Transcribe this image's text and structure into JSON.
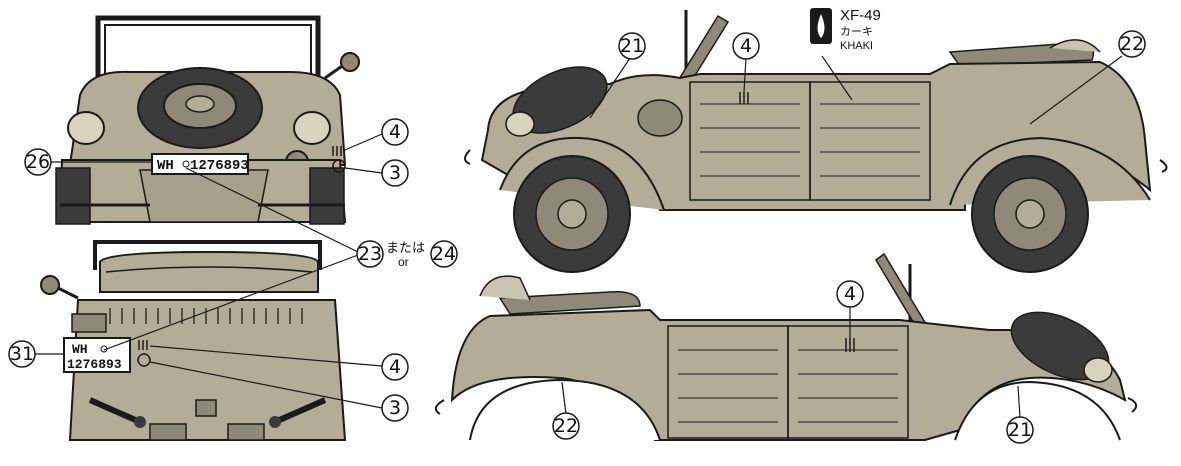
{
  "paint": {
    "code": "XF-49",
    "name_jp": "カーキ",
    "name_en": "KHAKI",
    "color": "#b3ad97"
  },
  "plates": {
    "front": "WH",
    "front_number": "1276893",
    "rear_top": "WH",
    "rear_bottom": "1276893"
  },
  "callouts": {
    "c21": "21",
    "c22": "22",
    "c23": "23",
    "c24": "24",
    "c26": "26",
    "c31": "31",
    "c4": "4",
    "c3": "3"
  },
  "or_text_jp": "または",
  "or_text_en": "or",
  "colors": {
    "body": "#b3ad97",
    "body_dark": "#8f8a77",
    "tire": "#3b3b3b",
    "line": "#1a1a1a"
  }
}
